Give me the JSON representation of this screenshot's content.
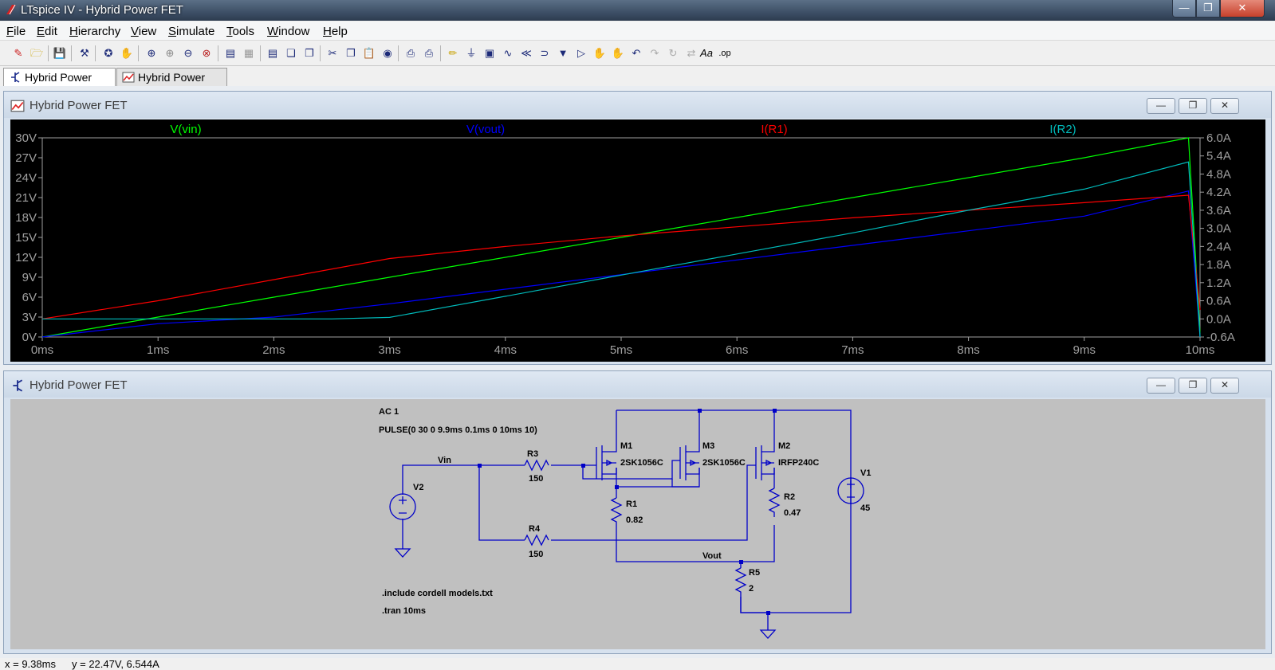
{
  "window": {
    "title": "LTspice IV - Hybrid Power FET"
  },
  "menu": [
    "File",
    "Edit",
    "Hierarchy",
    "View",
    "Simulate",
    "Tools",
    "Window",
    "Help"
  ],
  "tabs": [
    {
      "label": "Hybrid Power FET",
      "icon": "schematic-icon",
      "active": true
    },
    {
      "label": "Hybrid Power FET",
      "icon": "waveform-icon",
      "active": false
    }
  ],
  "waveform_window": {
    "title": "Hybrid Power FET"
  },
  "schematic_window": {
    "title": "Hybrid Power FET"
  },
  "chart_data": {
    "type": "line",
    "series": [
      {
        "name": "V(vin)",
        "axis": "left",
        "color": "#00ff00",
        "x": [
          0,
          1,
          2,
          3,
          4,
          5,
          6,
          7,
          8,
          9,
          9.9,
          10
        ],
        "y": [
          0,
          3,
          6,
          9,
          12,
          15,
          18,
          21,
          24,
          27,
          30,
          0.5
        ]
      },
      {
        "name": "V(vout)",
        "axis": "left",
        "color": "#0000ff",
        "x": [
          0,
          1,
          2,
          3,
          4,
          5,
          6,
          7,
          8,
          9,
          9.9,
          10
        ],
        "y": [
          0,
          2,
          3,
          5,
          7.2,
          9.4,
          11.6,
          13.8,
          16,
          18.2,
          22,
          0
        ]
      },
      {
        "name": "I(R1)",
        "axis": "right",
        "color": "#ff0000",
        "x": [
          0,
          1,
          2,
          3,
          4,
          5,
          6,
          7,
          8,
          9,
          9.9,
          10
        ],
        "y": [
          0,
          0.6,
          1.3,
          2.0,
          2.4,
          2.75,
          3.05,
          3.35,
          3.6,
          3.85,
          4.1,
          0.3
        ]
      },
      {
        "name": "I(R2)",
        "axis": "right",
        "color": "#00bbbb",
        "x": [
          0,
          1,
          2,
          2.5,
          3,
          4,
          5,
          6,
          7,
          8,
          9,
          9.9,
          10
        ],
        "y": [
          0,
          0,
          0,
          0,
          0.05,
          0.75,
          1.45,
          2.15,
          2.85,
          3.6,
          4.3,
          5.2,
          -0.6
        ]
      }
    ],
    "x_ticks": [
      "0ms",
      "1ms",
      "2ms",
      "3ms",
      "4ms",
      "5ms",
      "6ms",
      "7ms",
      "8ms",
      "9ms",
      "10ms"
    ],
    "xlim": [
      0,
      10
    ],
    "left_ticks": [
      "0V",
      "3V",
      "6V",
      "9V",
      "12V",
      "15V",
      "18V",
      "21V",
      "24V",
      "27V",
      "30V"
    ],
    "ylim_left": [
      0,
      30
    ],
    "right_ticks": [
      "-0.6A",
      "0.0A",
      "0.6A",
      "1.2A",
      "1.8A",
      "2.4A",
      "3.0A",
      "3.6A",
      "4.2A",
      "4.8A",
      "5.4A",
      "6.0A"
    ],
    "ylim_right": [
      -0.6,
      6.0
    ],
    "grid": false
  },
  "schematic": {
    "directives": {
      "ac": "AC 1",
      "pulse": "PULSE(0 30 0 9.9ms 0.1ms 0 10ms 10)",
      "include": ".include cordell models.txt",
      "tran": ".tran 10ms"
    },
    "nets": {
      "vin": "Vin",
      "vout": "Vout"
    },
    "components": {
      "m1": {
        "name": "M1",
        "value": "2SK1056C"
      },
      "m3": {
        "name": "M3",
        "value": "2SK1056C"
      },
      "m2": {
        "name": "M2",
        "value": "IRFP240C"
      },
      "r1": {
        "name": "R1",
        "value": "0.82"
      },
      "r2": {
        "name": "R2",
        "value": "0.47"
      },
      "r3": {
        "name": "R3",
        "value": "150"
      },
      "r4": {
        "name": "R4",
        "value": "150"
      },
      "r5": {
        "name": "R5",
        "value": "2"
      },
      "v1": {
        "name": "V1",
        "value": "45"
      },
      "v2": {
        "name": "V2"
      }
    },
    "wire_color": "#0000c8"
  },
  "status": {
    "x": "x = 9.38ms",
    "y": "y = 22.47V, 6.544A"
  }
}
